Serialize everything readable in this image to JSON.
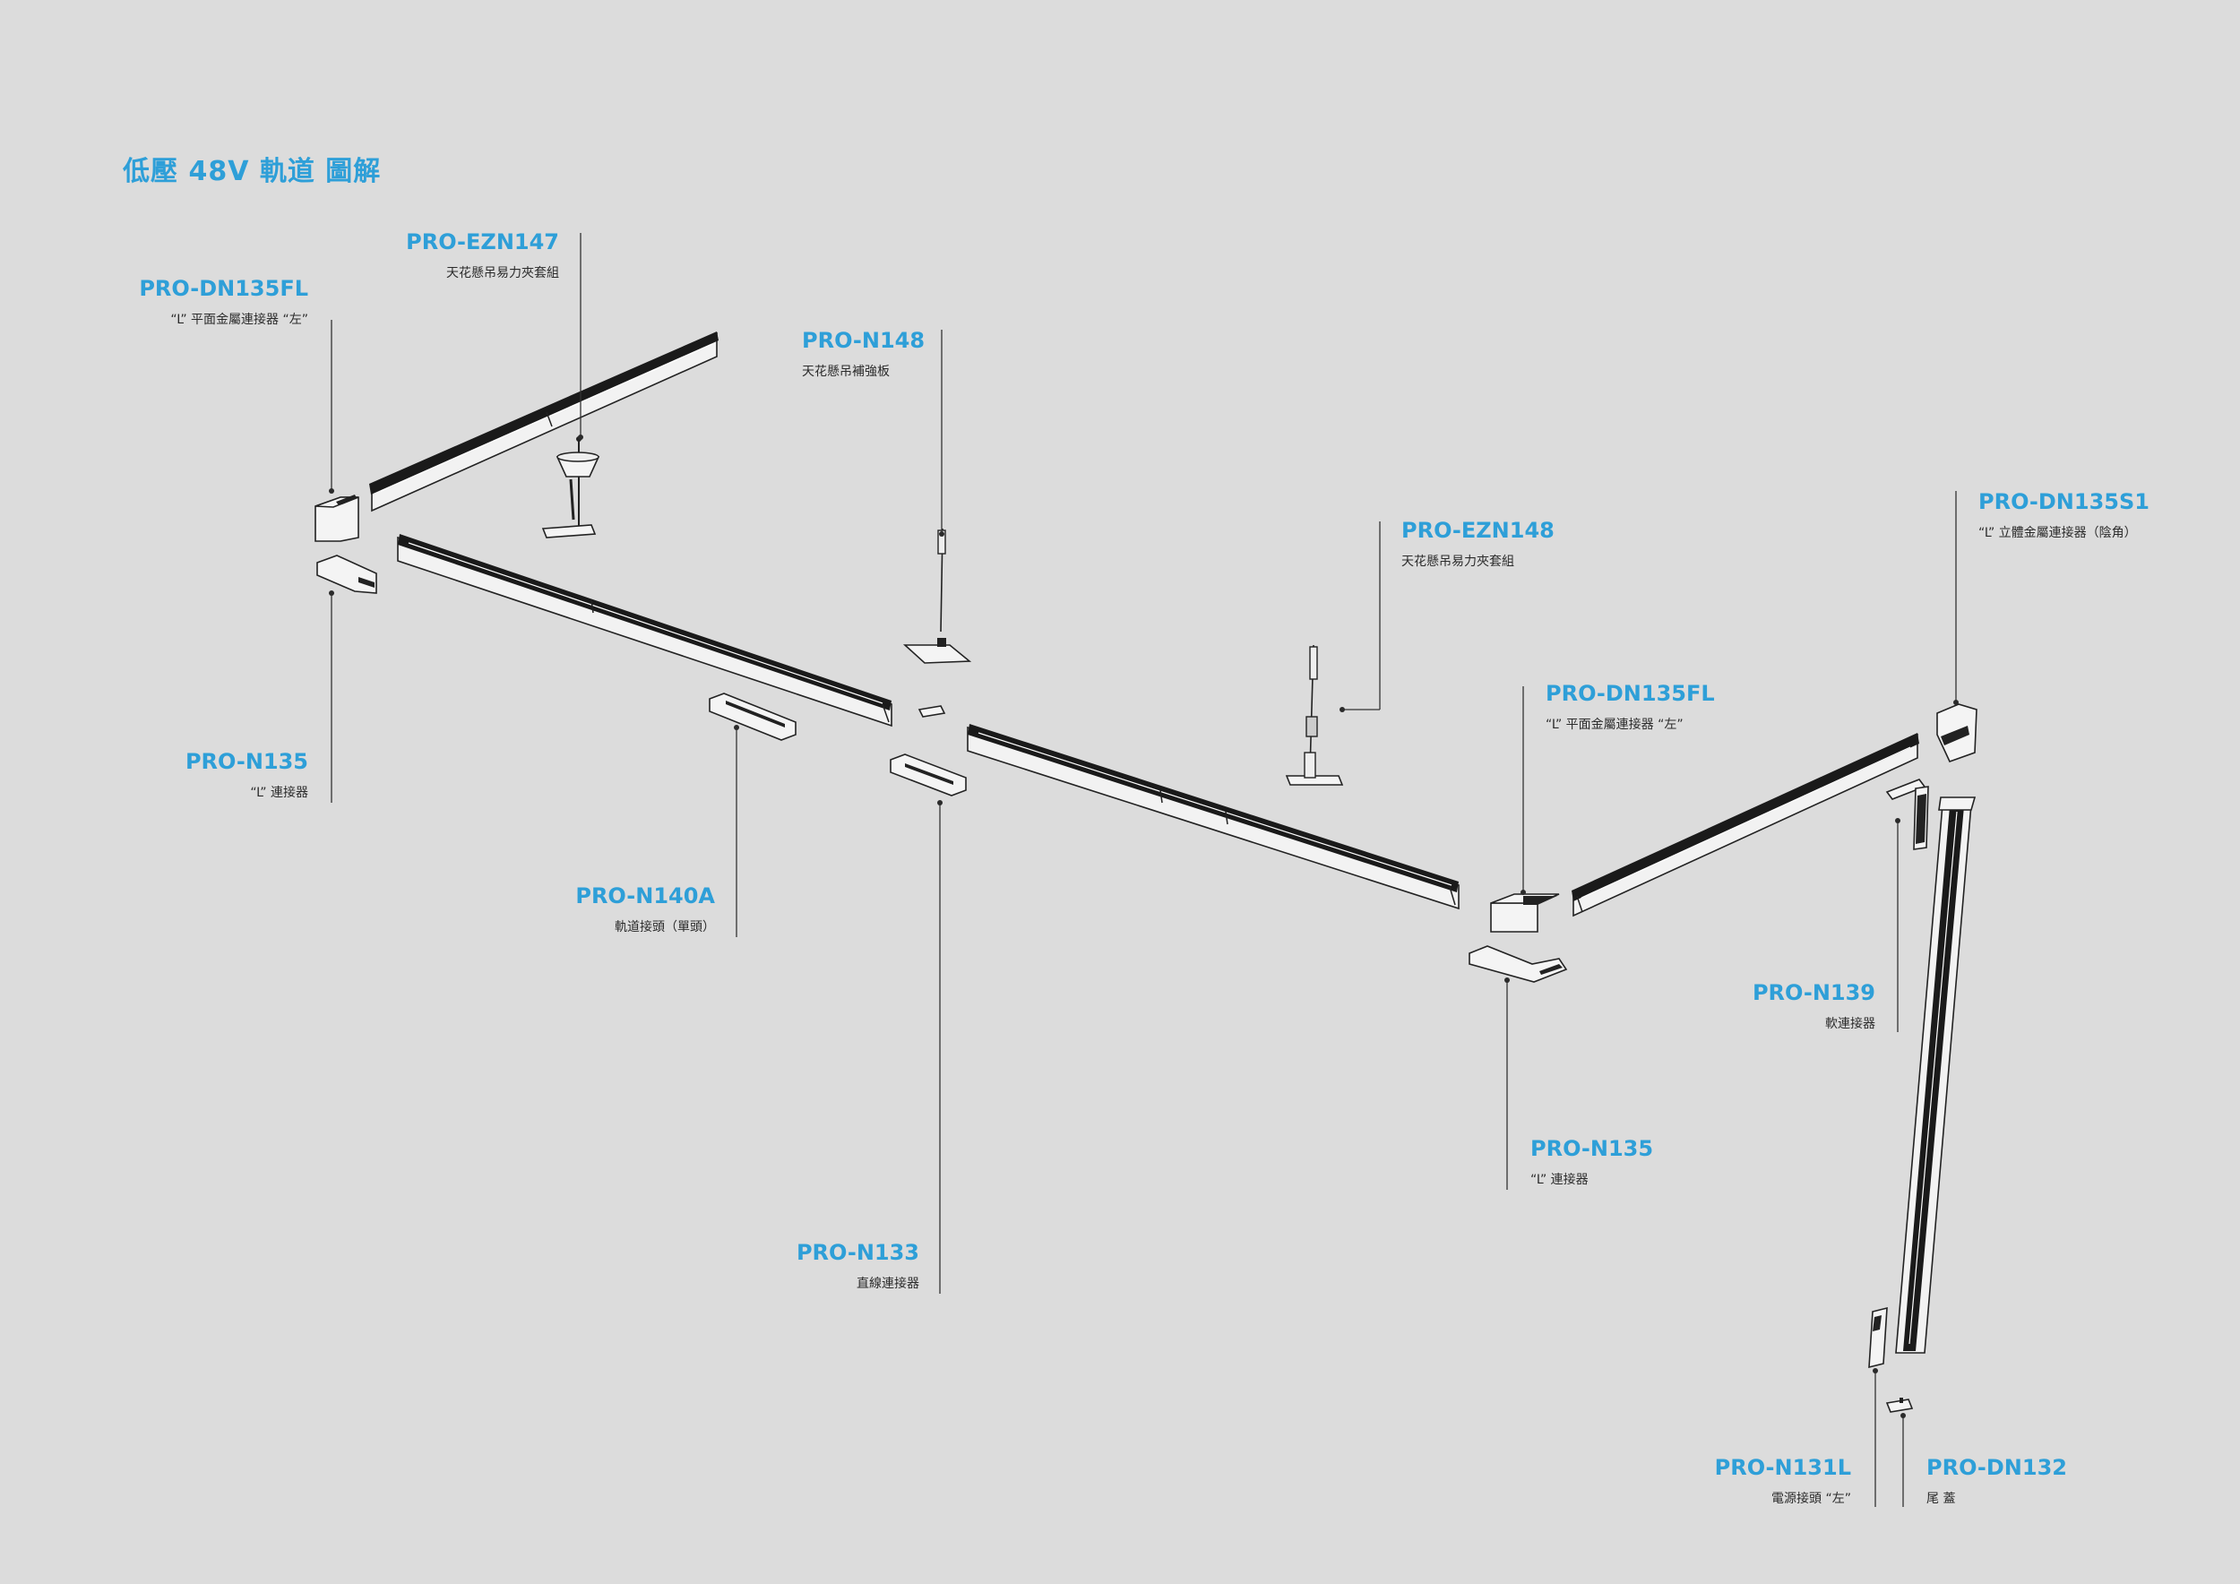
{
  "title": "低壓 48V 軌道 圖解",
  "colors": {
    "accent": "#2e9fd8",
    "background": "#dcdcdc",
    "line": "#333333"
  },
  "labels": [
    {
      "id": "pro-dn135fl-left",
      "code": "PRO-DN135FL",
      "desc": "“L” 平面金屬連接器 “左”"
    },
    {
      "id": "pro-ezn147",
      "code": "PRO-EZN147",
      "desc": "天花懸吊易力夾套組"
    },
    {
      "id": "pro-n148",
      "code": "PRO-N148",
      "desc": "天花懸吊補強板"
    },
    {
      "id": "pro-ezn148",
      "code": "PRO-EZN148",
      "desc": "天花懸吊易力夾套組"
    },
    {
      "id": "pro-dn135s1",
      "code": "PRO-DN135S1",
      "desc": "“L” 立體金屬連接器（陰角）"
    },
    {
      "id": "pro-n135-left",
      "code": "PRO-N135",
      "desc": "“L” 連接器"
    },
    {
      "id": "pro-dn135fl-right",
      "code": "PRO-DN135FL",
      "desc": "“L” 平面金屬連接器 “左”"
    },
    {
      "id": "pro-n140a",
      "code": "PRO-N140A",
      "desc": "軌道接頭（單頭）"
    },
    {
      "id": "pro-n139",
      "code": "PRO-N139",
      "desc": "軟連接器"
    },
    {
      "id": "pro-n135-right",
      "code": "PRO-N135",
      "desc": "“L” 連接器"
    },
    {
      "id": "pro-n133",
      "code": "PRO-N133",
      "desc": "直線連接器"
    },
    {
      "id": "pro-n131l",
      "code": "PRO-N131L",
      "desc": "電源接頭 “左”"
    },
    {
      "id": "pro-dn132",
      "code": "PRO-DN132",
      "desc": "尾 蓋"
    }
  ]
}
